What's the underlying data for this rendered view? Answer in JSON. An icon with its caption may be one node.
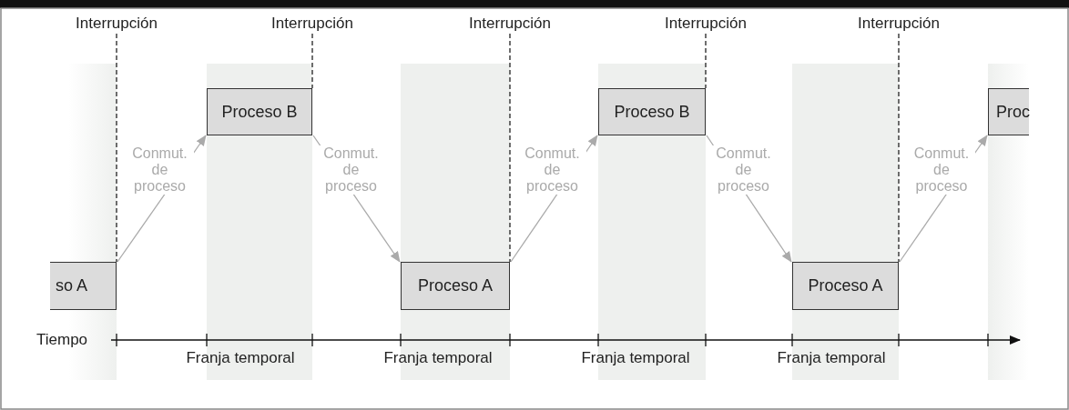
{
  "diagram": {
    "nodes": [
      {
        "text": [
          "so A"
        ]
      },
      {
        "text": [
          "Proceso B"
        ]
      },
      {
        "text": [
          "Proceso A"
        ]
      },
      {
        "text": [
          "Proceso B"
        ]
      },
      {
        "text": [
          "Proceso A"
        ]
      },
      {
        "text": [
          "Proc"
        ]
      },
      {
        "text": [
          "Interrupción"
        ]
      },
      {
        "text": [
          "Interrupción"
        ]
      },
      {
        "text": [
          "Interrupción"
        ]
      },
      {
        "text": [
          "Interrupción"
        ]
      },
      {
        "text": [
          "Interrupción"
        ]
      }
    ],
    "edges": [
      {
        "from": 0,
        "to": 1,
        "arrow": "to",
        "label": "Conmut. de proceso"
      },
      {
        "from": 1,
        "to": 2,
        "arrow": "to",
        "label": "Conmut. de proceso"
      },
      {
        "from": 2,
        "to": 3,
        "arrow": "to",
        "label": "Conmut. de proceso"
      },
      {
        "from": 3,
        "to": 4,
        "arrow": "to",
        "label": "Conmut. de proceso"
      },
      {
        "from": 4,
        "to": 5,
        "arrow": "to",
        "label": "Conmut. de proceso"
      },
      {
        "from": 6,
        "to": 0,
        "arrow": "none",
        "style": "dashed",
        "color": "#222222"
      },
      {
        "from": 7,
        "to": 1,
        "arrow": "none",
        "style": "dashed",
        "color": "#222222"
      },
      {
        "from": 8,
        "to": 2,
        "arrow": "none",
        "style": "dashed",
        "color": "#222222"
      },
      {
        "from": 9,
        "to": 3,
        "arrow": "none",
        "style": "dashed",
        "color": "#222222"
      },
      {
        "from": 10,
        "to": 4,
        "arrow": "none",
        "style": "dashed",
        "color": "#222222"
      }
    ],
    "labels": [
      "Tiempo",
      "Franja temporal",
      "Franja temporal",
      "Franja temporal",
      "Franja temporal"
    ]
  }
}
